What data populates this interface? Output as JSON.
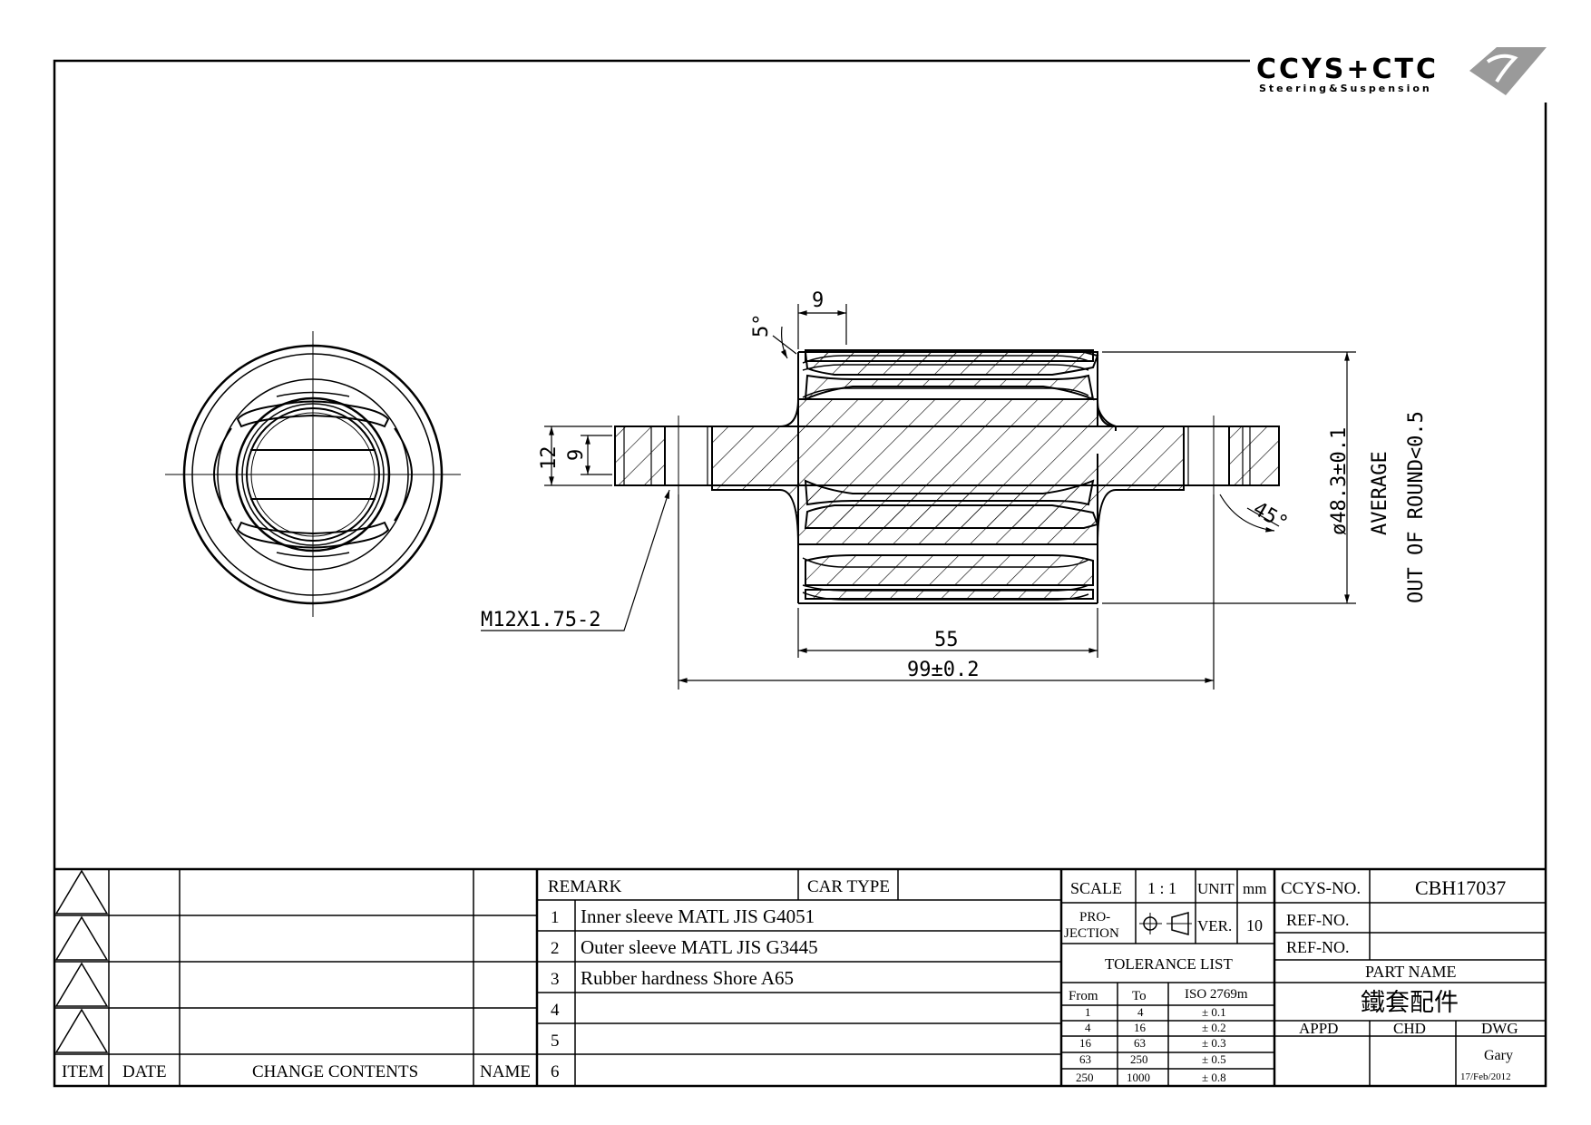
{
  "logo": {
    "brand": "CCYS+CTC",
    "tagline": "Steering&Suspension"
  },
  "drawing": {
    "dim_chamfer_angle": "5°",
    "dim_chamfer_width": "9",
    "dim_thread_outer": "12",
    "dim_thread_inner": "9",
    "dim_bevel_angle": "45°",
    "dim_diameter": "ø48.3±0.1",
    "note_line1": "AVERAGE",
    "note_line2": "OUT OF ROUND<0.5",
    "thread_callout": "M12X1.75-2",
    "dim_outer_length": "55",
    "dim_total_length": "99±0.2"
  },
  "revisions": {
    "headers": {
      "item": "ITEM",
      "date": "DATE",
      "change": "CHANGE CONTENTS",
      "name": "NAME"
    }
  },
  "remarks": {
    "header": "REMARK",
    "car_type_label": "CAR TYPE",
    "car_type_value": "",
    "rows": [
      {
        "no": "1",
        "text": "Inner sleeve MATL JIS G4051"
      },
      {
        "no": "2",
        "text": "Outer sleeve MATL JIS G3445"
      },
      {
        "no": "3",
        "text": "Rubber hardness Shore A65"
      },
      {
        "no": "4",
        "text": ""
      },
      {
        "no": "5",
        "text": ""
      },
      {
        "no": "6",
        "text": ""
      }
    ]
  },
  "titleblock": {
    "scale_label": "SCALE",
    "scale_value": "1 : 1",
    "unit_label": "UNIT",
    "unit_value": "mm",
    "projection_label_1": "PRO-",
    "projection_label_2": "JECTION",
    "ver_label": "VER.",
    "ver_value": "10",
    "tolerance_title": "TOLERANCE LIST",
    "tol_headers": {
      "from": "From",
      "to": "To",
      "iso": "ISO 2769m"
    },
    "tolerances": [
      {
        "from": "1",
        "to": "4",
        "tol": "± 0.1"
      },
      {
        "from": "4",
        "to": "16",
        "tol": "± 0.2"
      },
      {
        "from": "16",
        "to": "63",
        "tol": "± 0.3"
      },
      {
        "from": "63",
        "to": "250",
        "tol": "± 0.5"
      },
      {
        "from": "250",
        "to": "1000",
        "tol": "± 0.8"
      }
    ],
    "ccys_no_label": "CCYS-NO.",
    "ccys_no_value": "CBH17037",
    "ref_no_label_1": "REF-NO.",
    "ref_no_label_2": "REF-NO.",
    "ref_no_value_1": "",
    "ref_no_value_2": "",
    "part_name_label": "PART NAME",
    "part_name_value": "鐵套配件",
    "appd_label": "APPD",
    "chd_label": "CHD",
    "dwg_label": "DWG",
    "drawer": "Gary",
    "date": "17/Feb/2012"
  }
}
